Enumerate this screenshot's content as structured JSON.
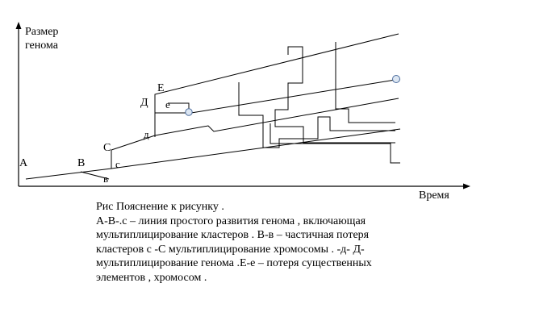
{
  "axes": {
    "y_title_line1": "Размер",
    "y_title_line2": "генома",
    "x_title": "Время"
  },
  "point_labels": {
    "A": "A",
    "B": "B",
    "b_lower": "в",
    "c_lower": "c",
    "C": "C",
    "d_lower": "д",
    "D": "Д",
    "E": "E",
    "e_lower": "е"
  },
  "caption": {
    "title": "Рис     Пояснение к рисунку .",
    "lines": [
      "А-В-.с – линия простого развития генома , включающая",
      "мультиплицирование кластеров . В-в – частичная потеря",
      "кластеров  с -С мультиплицирование хромосомы .  -д- Д-",
      "мультиплицирование генома .Е-е – потеря существенных",
      "элементов , хромосом ."
    ]
  },
  "colors": {
    "line": "#000000",
    "endpoint_fill": "#dce6f2",
    "endpoint_stroke": "#4f6f9f"
  }
}
